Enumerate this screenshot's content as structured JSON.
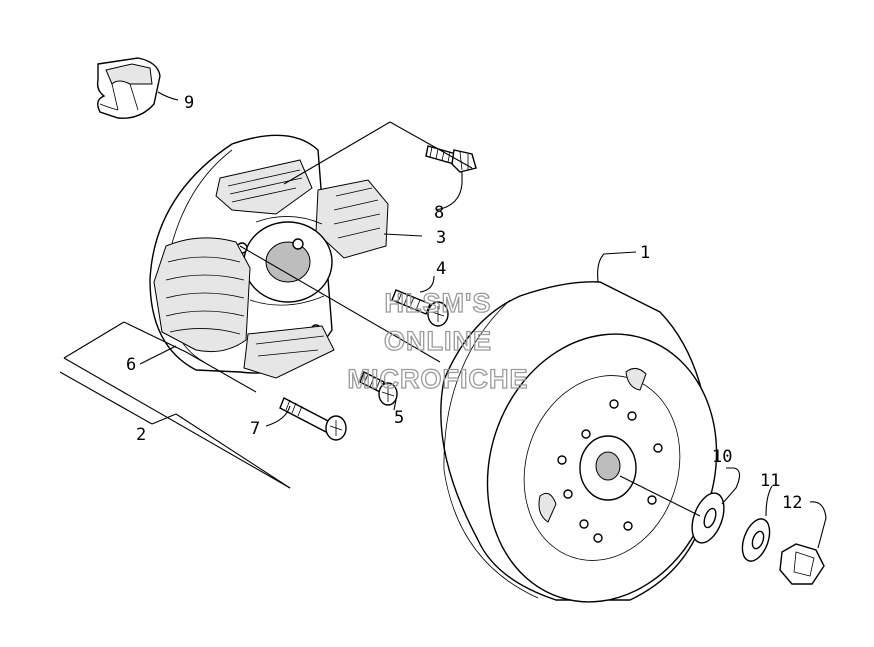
{
  "watermark": {
    "line1": "HLSM'S",
    "line2": "ONLINE",
    "line3": "MICROFICHE"
  },
  "callouts": [
    {
      "id": "1",
      "label": "1"
    },
    {
      "id": "2",
      "label": "2"
    },
    {
      "id": "3",
      "label": "3"
    },
    {
      "id": "4",
      "label": "4"
    },
    {
      "id": "5",
      "label": "5"
    },
    {
      "id": "6",
      "label": "6"
    },
    {
      "id": "7",
      "label": "7"
    },
    {
      "id": "8",
      "label": "8"
    },
    {
      "id": "9",
      "label": "9"
    },
    {
      "id": "10",
      "label": "10"
    },
    {
      "id": "11",
      "label": "11"
    },
    {
      "id": "12",
      "label": "12"
    }
  ]
}
